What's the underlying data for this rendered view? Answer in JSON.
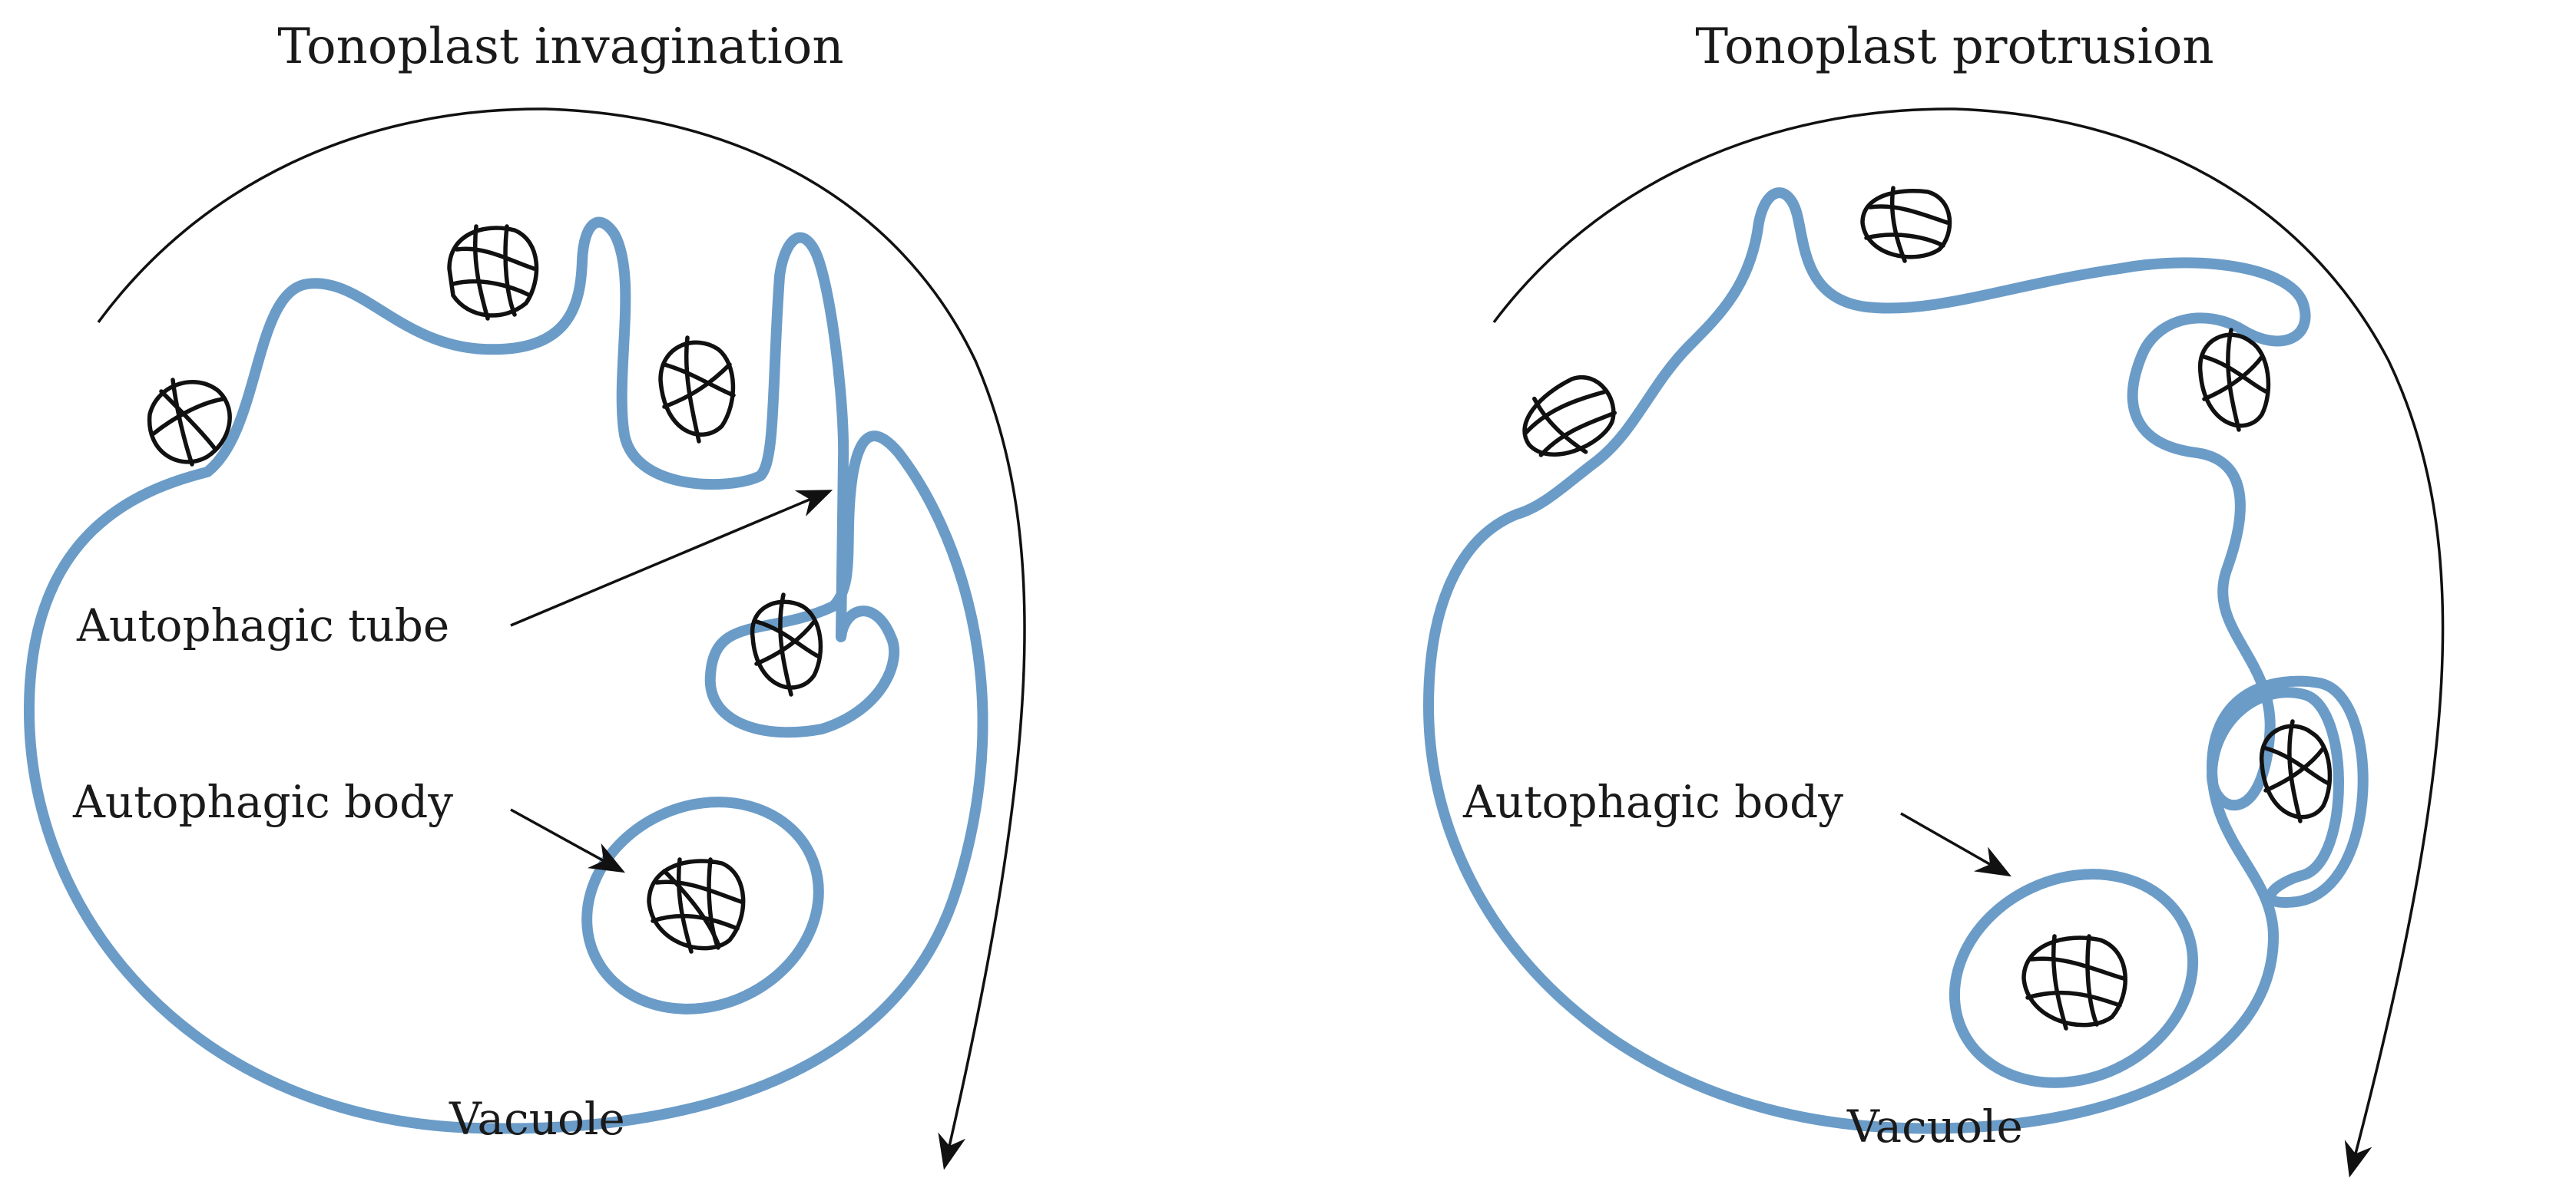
{
  "panels": [
    {
      "title": "Tonoplast invagination",
      "labels": {
        "tube": "Autophagic tube",
        "body": "Autophagic body",
        "vacuole": "Vacuole"
      }
    },
    {
      "title": "Tonoplast protrusion",
      "labels": {
        "body": "Autophagic body",
        "vacuole": "Vacuole"
      }
    }
  ],
  "colors": {
    "tonoplast": "#6b9cc8",
    "cargo": "#111111",
    "background": "#ffffff"
  },
  "icons": {
    "cargo": "cytoplasmic-cargo-tangle",
    "direction": "clockwise-arrow"
  }
}
